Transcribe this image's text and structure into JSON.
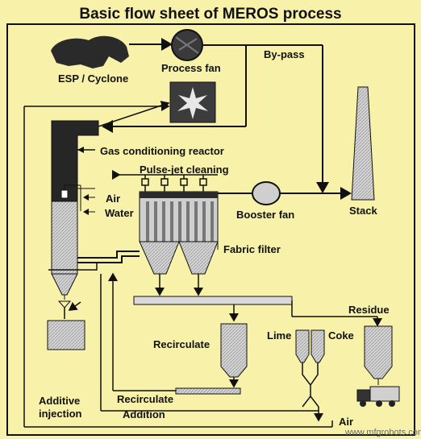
{
  "title": "Basic flow sheet of MEROS process",
  "labels": {
    "esp_cyclone": "ESP / Cyclone",
    "process_fan": "Process fan",
    "by_pass": "By-pass",
    "gas_conditioning_reactor": "Gas conditioning reactor",
    "pulse_jet_cleaning": "Pulse-jet cleaning",
    "air_top": "Air",
    "water": "Water",
    "booster_fan": "Booster fan",
    "stack": "Stack",
    "fabric_filter": "Fabric filter",
    "residue": "Residue",
    "recirculate_silo": "Recirculate",
    "lime": "Lime",
    "coke": "Coke",
    "additive_injection_line1": "Additive",
    "additive_injection_line2": "injection",
    "recirculate_addition_line1": "Recirculate",
    "recirculate_addition_line2": "Addition",
    "air_bottom": "Air"
  },
  "watermark": "www.mfgrobots.com",
  "colors": {
    "background": "#f7f1aa",
    "equipment_dark": "#2b2b2b",
    "equipment_light": "#c9c9c9",
    "line": "#111111"
  }
}
